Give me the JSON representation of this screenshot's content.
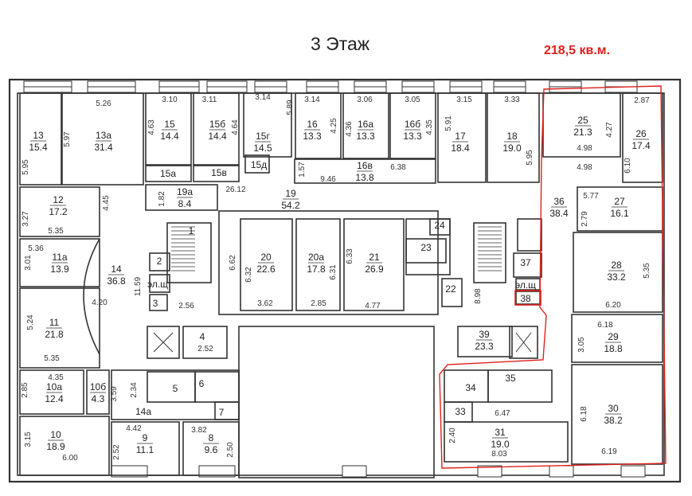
{
  "header": {
    "title": "3 Этаж",
    "area_label": "218,5 кв.м.",
    "accent_color": "#e0201c"
  },
  "rooms": [
    {
      "number": "13",
      "area": "15.4"
    },
    {
      "number": "13а",
      "area": "31.4"
    },
    {
      "number": "12",
      "area": "17.2"
    },
    {
      "number": "11а",
      "area": "13.9"
    },
    {
      "number": "14",
      "area": "36.8"
    },
    {
      "number": "11",
      "area": "21.8"
    },
    {
      "number": "10а",
      "area": "12.4"
    },
    {
      "number": "10б",
      "area": "4.3"
    },
    {
      "number": "10",
      "area": "18.9"
    },
    {
      "number": "9",
      "area": "11.1"
    },
    {
      "number": "8",
      "area": "9.6"
    },
    {
      "number": "15",
      "area": "14.4"
    },
    {
      "number": "15б",
      "area": "14.4"
    },
    {
      "number": "15г",
      "area": "14.5"
    },
    {
      "number": "19а",
      "area": "8.4"
    },
    {
      "number": "19",
      "area": "54.2"
    },
    {
      "number": "16",
      "area": "13.3"
    },
    {
      "number": "16а",
      "area": "13.3"
    },
    {
      "number": "16б",
      "area": "13.3"
    },
    {
      "number": "16в",
      "area": "13.8"
    },
    {
      "number": "17",
      "area": "18.4"
    },
    {
      "number": "18",
      "area": "19.0"
    },
    {
      "number": "25",
      "area": "21.3"
    },
    {
      "number": "26",
      "area": "17.4"
    },
    {
      "number": "36",
      "area": "38.4"
    },
    {
      "number": "27",
      "area": "16.1"
    },
    {
      "number": "28",
      "area": "33.2"
    },
    {
      "number": "29",
      "area": "18.8"
    },
    {
      "number": "30",
      "area": "38.2"
    },
    {
      "number": "39",
      "area": "23.3"
    },
    {
      "number": "31",
      "area": "19.0"
    },
    {
      "number": "20",
      "area": "22.6"
    },
    {
      "number": "20а",
      "area": "17.8"
    },
    {
      "number": "21",
      "area": "26.9"
    }
  ],
  "labels": [
    "15а",
    "15в",
    "15д",
    "14а",
    "5",
    "6",
    "7",
    "1",
    "2",
    "3",
    "эл.щ",
    "4",
    "22",
    "23",
    "24",
    "37",
    "эл.щ",
    "38",
    "34",
    "35",
    "33"
  ],
  "dimensions": [
    "5.95",
    "5.26",
    "5.97",
    "3.27",
    "5.35",
    "4.45",
    "5.36",
    "3.01",
    "11.59",
    "4.20",
    "5.24",
    "5.35",
    "4.35",
    "2.85",
    "3.15",
    "6.00",
    "3.59",
    "2.34",
    "4.42",
    "2.52",
    "3.82",
    "2.50",
    "3.10",
    "4.63",
    "3.11",
    "4.64",
    "3.14",
    "5.89",
    "1.82",
    "26.12",
    "3.14",
    "4.25",
    "3.06",
    "4.36",
    "3.05",
    "4.35",
    "1.57",
    "9.46",
    "6.38",
    "3.15",
    "5.91",
    "3.33",
    "5.95",
    "4.27",
    "4.98",
    "2.87",
    "6.10",
    "4.98",
    "5.77",
    "2.79",
    "5.35",
    "6.20",
    "6.18",
    "3.05",
    "6.18",
    "6.19",
    "8.98",
    "6.47",
    "2.40",
    "8.03",
    "6.32",
    "3.62",
    "6.31",
    "2.85",
    "6.33",
    "4.77",
    "6.62",
    "2.56",
    "2.52"
  ]
}
